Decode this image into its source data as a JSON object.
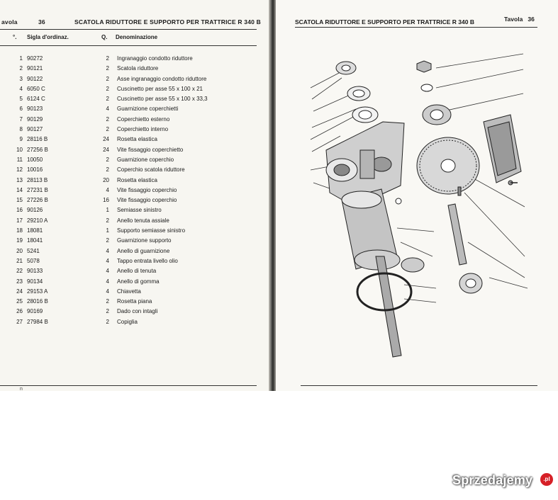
{
  "left_page": {
    "header": {
      "tavola_label": "avola",
      "number": "36",
      "title": "SCATOLA RIDUTTORE E SUPPORTO PER TRATTRICE R 340 B"
    },
    "columns": {
      "pos": "°.",
      "sigla": "Sigla d'ordinaz.",
      "qty": "Q.",
      "denominazione": "Denominazione"
    },
    "rows": [
      {
        "pos": "1",
        "sigla": "90272",
        "qty": "2",
        "den": "Ingranaggio condotto riduttore"
      },
      {
        "pos": "2",
        "sigla": "90121",
        "qty": "2",
        "den": "Scatola riduttore"
      },
      {
        "pos": "3",
        "sigla": "90122",
        "qty": "2",
        "den": "Asse ingranaggio condotto riduttore"
      },
      {
        "pos": "4",
        "sigla": "6050  C",
        "qty": "2",
        "den": "Cuscinetto per asse 55 x 100 x 21"
      },
      {
        "pos": "5",
        "sigla": "6124  C",
        "qty": "2",
        "den": "Cuscinetto per asse 55 x 100 x 33,3"
      },
      {
        "pos": "6",
        "sigla": "90123",
        "qty": "4",
        "den": "Guarnizione coperchietti"
      },
      {
        "pos": "7",
        "sigla": "90129",
        "qty": "2",
        "den": "Coperchietto esterno"
      },
      {
        "pos": "8",
        "sigla": "90127",
        "qty": "2",
        "den": "Coperchietto interno"
      },
      {
        "pos": "9",
        "sigla": "28116  B",
        "qty": "24",
        "den": "Rosetta elastica"
      },
      {
        "pos": "10",
        "sigla": "27256  B",
        "qty": "24",
        "den": "Vite fissaggio coperchietto"
      },
      {
        "pos": "11",
        "sigla": "10050",
        "qty": "2",
        "den": "Guarnizione coperchio"
      },
      {
        "pos": "12",
        "sigla": "10016",
        "qty": "2",
        "den": "Coperchio scatola riduttore"
      },
      {
        "pos": "13",
        "sigla": "28113  B",
        "qty": "20",
        "den": "Rosetta elastica"
      },
      {
        "pos": "14",
        "sigla": "27231  B",
        "qty": "4",
        "den": "Vite fissaggio coperchio"
      },
      {
        "pos": "15",
        "sigla": "27226  B",
        "qty": "16",
        "den": "Vite fissaggio coperchio"
      },
      {
        "pos": "16",
        "sigla": "90126",
        "qty": "1",
        "den": "Semiasse sinistro"
      },
      {
        "pos": "17",
        "sigla": "29210  A",
        "qty": "2",
        "den": "Anello tenuta assiale"
      },
      {
        "pos": "18",
        "sigla": "18081",
        "qty": "1",
        "den": "Supporto semiasse sinistro"
      },
      {
        "pos": "19",
        "sigla": "18041",
        "qty": "2",
        "den": "Guarnizione supporto"
      },
      {
        "pos": "20",
        "sigla": "5241",
        "qty": "4",
        "den": "Anello di guarnizione"
      },
      {
        "pos": "21",
        "sigla": "5078",
        "qty": "4",
        "den": "Tappo entrata livello olio"
      },
      {
        "pos": "22",
        "sigla": "90133",
        "qty": "4",
        "den": "Anello di tenuta"
      },
      {
        "pos": "23",
        "sigla": "90134",
        "qty": "4",
        "den": "Anello di gomma"
      },
      {
        "pos": "24",
        "sigla": "29153  A",
        "qty": "4",
        "den": "Chiavetta"
      },
      {
        "pos": "25",
        "sigla": "28016  B",
        "qty": "2",
        "den": "Rosetta piana"
      },
      {
        "pos": "26",
        "sigla": "90169",
        "qty": "2",
        "den": "Dado con intagli"
      },
      {
        "pos": "27",
        "sigla": "27984  B",
        "qty": "2",
        "den": "Copiglia"
      }
    ],
    "footer_mark": "n"
  },
  "right_page": {
    "header": {
      "title": "SCATOLA RIDUTTORE E SUPPORTO PER TRATTRICE R 340 B",
      "tavola_label": "Tavola",
      "number": "36"
    }
  },
  "watermark": {
    "text": "Sprzedajemy",
    "badge": ".pl"
  }
}
